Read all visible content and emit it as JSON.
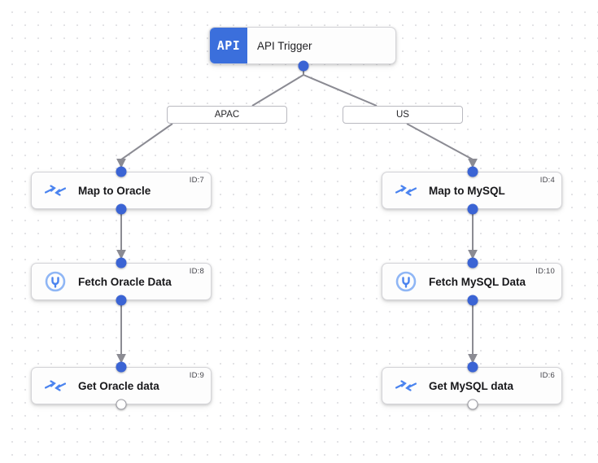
{
  "canvas": {
    "background_color": "#ffffff",
    "grid_dot_color": "#e3e3e6",
    "accent_color": "#3b64d4",
    "edge_color": "#8b8b93"
  },
  "trigger": {
    "badge_label": "API",
    "title": "API Trigger",
    "badge_color": "#3b6fdc"
  },
  "branches": [
    {
      "label": "APAC"
    },
    {
      "label": "US"
    }
  ],
  "nodes": [
    {
      "title": "Map to Oracle",
      "id_label": "ID:7",
      "icon": "map-arrows-icon",
      "column": "left"
    },
    {
      "title": "Fetch Oracle Data",
      "id_label": "ID:8",
      "icon": "database-plug-icon",
      "column": "left"
    },
    {
      "title": "Get Oracle data",
      "id_label": "ID:9",
      "icon": "map-arrows-icon",
      "column": "left"
    },
    {
      "title": "Map to MySQL",
      "id_label": "ID:4",
      "icon": "map-arrows-icon",
      "column": "right"
    },
    {
      "title": "Fetch MySQL Data",
      "id_label": "ID:10",
      "icon": "database-plug-icon",
      "column": "right"
    },
    {
      "title": "Get MySQL data",
      "id_label": "ID:6",
      "icon": "map-arrows-icon",
      "column": "right"
    }
  ]
}
